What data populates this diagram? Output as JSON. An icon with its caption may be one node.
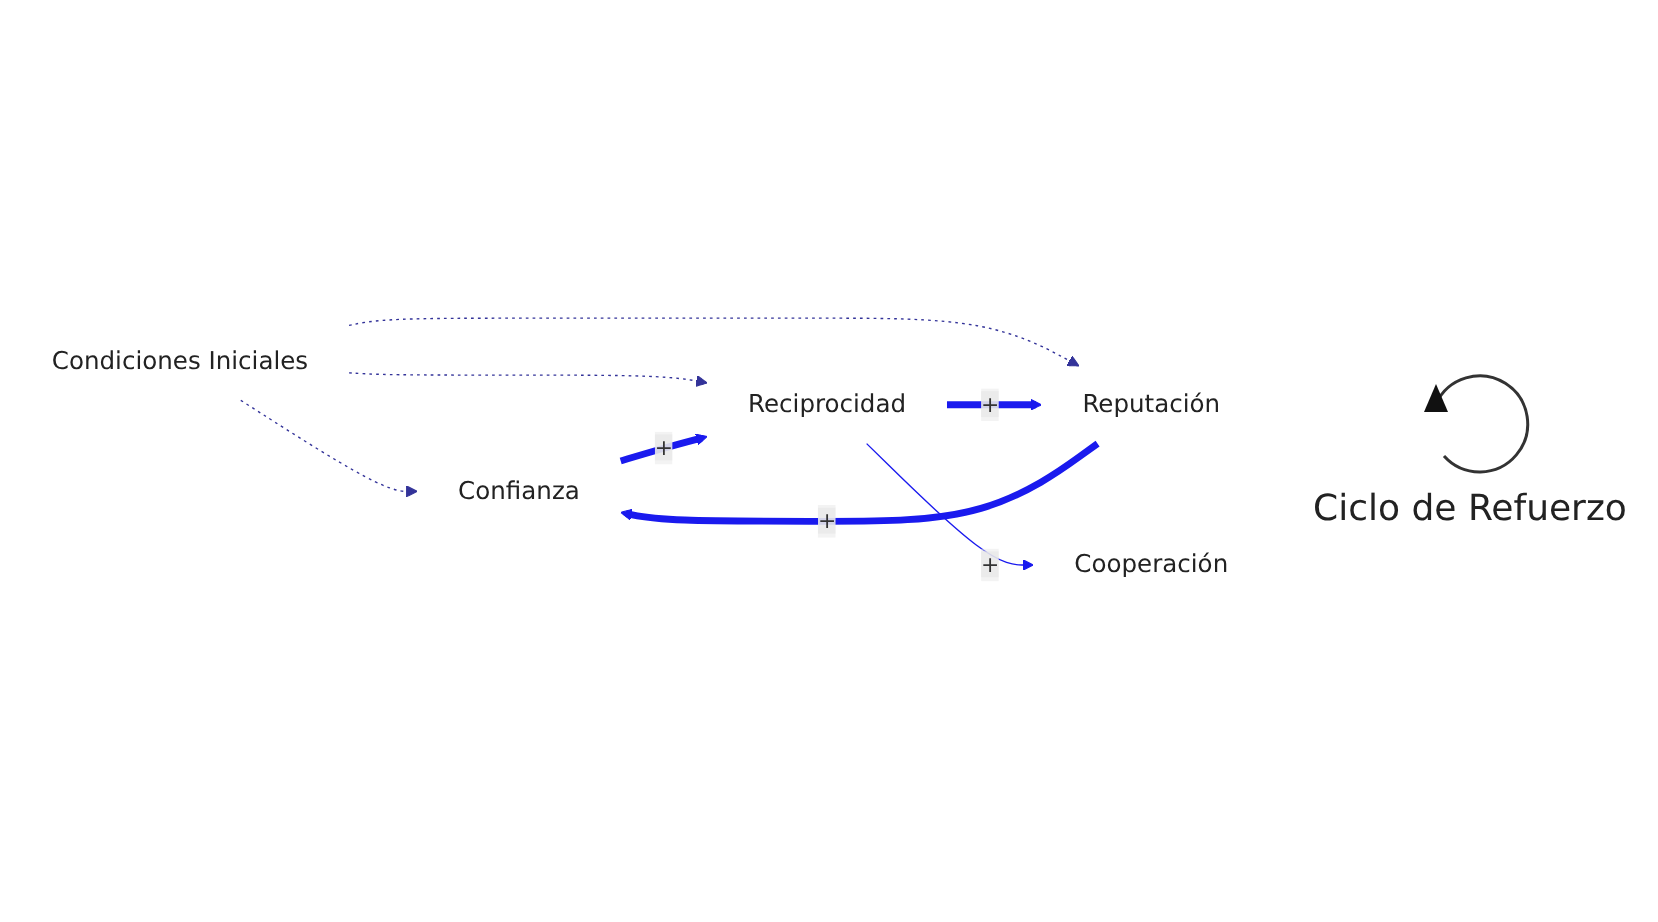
{
  "diagram": {
    "nodes": [
      {
        "text": [
          "Condiciones Iniciales"
        ]
      },
      {
        "text": [
          "Reputación"
        ]
      },
      {
        "text": [
          "Confianza"
        ]
      },
      {
        "text": [
          "Reciprocidad"
        ]
      },
      {
        "text": [
          "Cooperación"
        ]
      }
    ],
    "edges": [
      {
        "from": 0,
        "to": 2,
        "arrow": "to",
        "style": "dashed",
        "color": "#333399"
      },
      {
        "from": 0,
        "to": 1,
        "arrow": "to",
        "style": "dashed",
        "color": "#333399"
      },
      {
        "from": 0,
        "to": 3,
        "arrow": "to",
        "style": "dashed",
        "color": "#333399"
      },
      {
        "from": 1,
        "to": 2,
        "arrow": "to",
        "label": "+",
        "style": "thick",
        "color": "#1a1aee"
      },
      {
        "from": 2,
        "to": 3,
        "arrow": "to",
        "label": "+",
        "style": "thick",
        "color": "#1a1aee"
      },
      {
        "from": 3,
        "to": 1,
        "arrow": "to",
        "label": "+",
        "style": "thick",
        "color": "#1a1aee"
      },
      {
        "from": 3,
        "to": 4,
        "arrow": "to",
        "label": "+",
        "color": "#1a1aee"
      }
    ],
    "labels": [
      "Ciclo de Refuerzo"
    ]
  }
}
